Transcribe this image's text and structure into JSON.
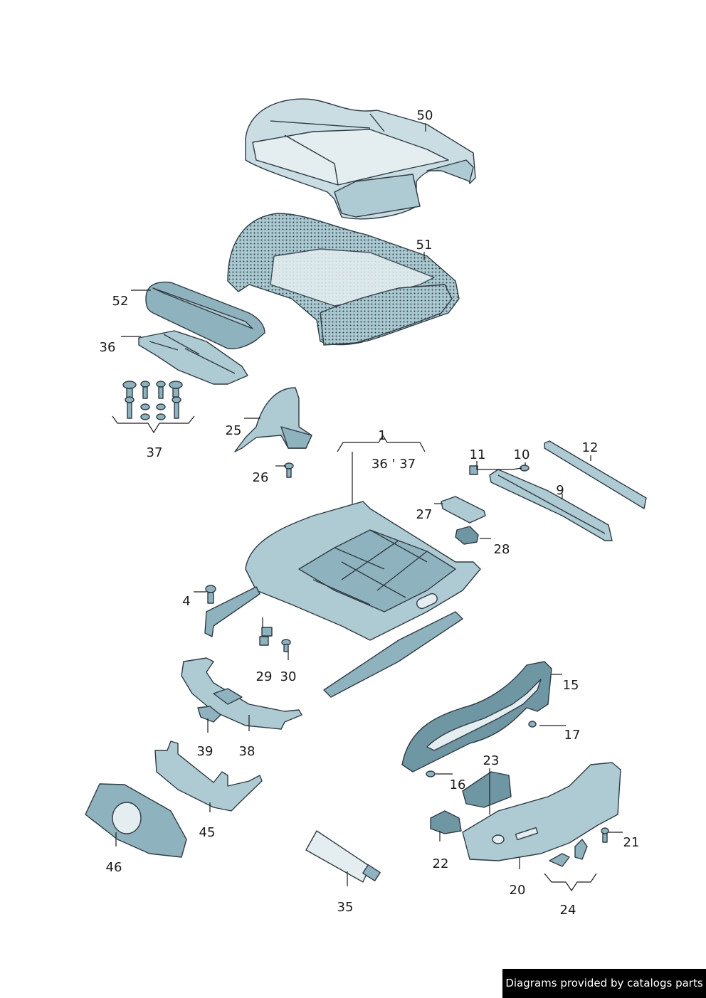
{
  "colors": {
    "part_fill_light": "#c9dde3",
    "part_fill_mid": "#aecbd3",
    "part_fill_dark": "#6f96a3",
    "outline": "#2f3a44",
    "credit_background": "#000000",
    "credit_text": "#ffffff"
  },
  "callouts": {
    "c1": "1",
    "c4": "4",
    "c9": "9",
    "c10": "10",
    "c11": "11",
    "c12": "12",
    "c15": "15",
    "c16": "16",
    "c17": "17",
    "c20": "20",
    "c21": "21",
    "c22": "22",
    "c23": "23",
    "c24": "24",
    "c25": "25",
    "c26": "26",
    "c27": "27",
    "c28": "28",
    "c29": "29",
    "c30": "30",
    "c35": "35",
    "c36": "36",
    "c36_37": "36 ' 37",
    "c37": "37",
    "c38": "38",
    "c39": "39",
    "c45": "45",
    "c46": "46",
    "c50": "50",
    "c51": "51",
    "c52": "52"
  },
  "credit": "Diagrams provided by catalogs parts"
}
